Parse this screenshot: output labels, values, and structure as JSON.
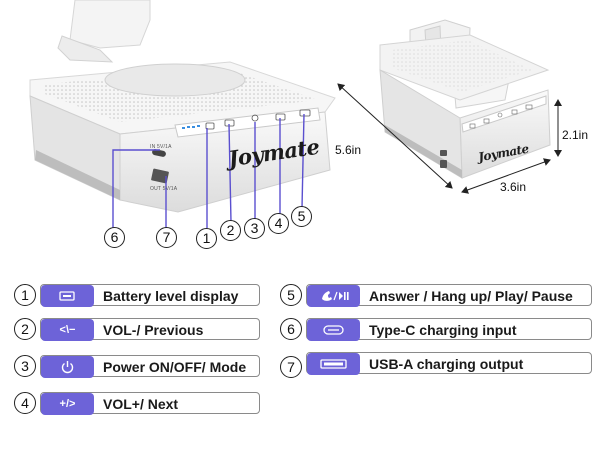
{
  "product": {
    "brand": "Joymate",
    "callouts": [
      "6",
      "7",
      "1",
      "2",
      "3",
      "4",
      "5"
    ],
    "port_labels": {
      "typec": "IN 5V/1A",
      "usba": "OUT 5V/1A"
    },
    "colors": {
      "body": "#f2f2f2",
      "accent": "#6d63d8",
      "led": "#3b8fe0",
      "pointer": "#5a4fcf"
    }
  },
  "dimensions": {
    "depth": "5.6in",
    "width": "3.6in",
    "height": "2.1in"
  },
  "legend": [
    {
      "num": "1",
      "icon": "battery-icon",
      "icon_text": "",
      "label": "Battery level display"
    },
    {
      "num": "2",
      "icon": "previous-icon",
      "icon_text": "<\\−",
      "label": "VOL-/ Previous"
    },
    {
      "num": "3",
      "icon": "power-icon",
      "icon_text": "",
      "label": "Power ON/OFF/ Mode"
    },
    {
      "num": "4",
      "icon": "next-icon",
      "icon_text": "+/>",
      "label": "VOL+/ Next"
    },
    {
      "num": "5",
      "icon": "phone-play-icon",
      "icon_text": "",
      "label": "Answer / Hang up/ Play/ Pause"
    },
    {
      "num": "6",
      "icon": "type-c-port-icon",
      "icon_text": "",
      "label": "Type-C charging input"
    },
    {
      "num": "7",
      "icon": "usb-a-port-icon",
      "icon_text": "",
      "label": "USB-A charging output"
    }
  ]
}
